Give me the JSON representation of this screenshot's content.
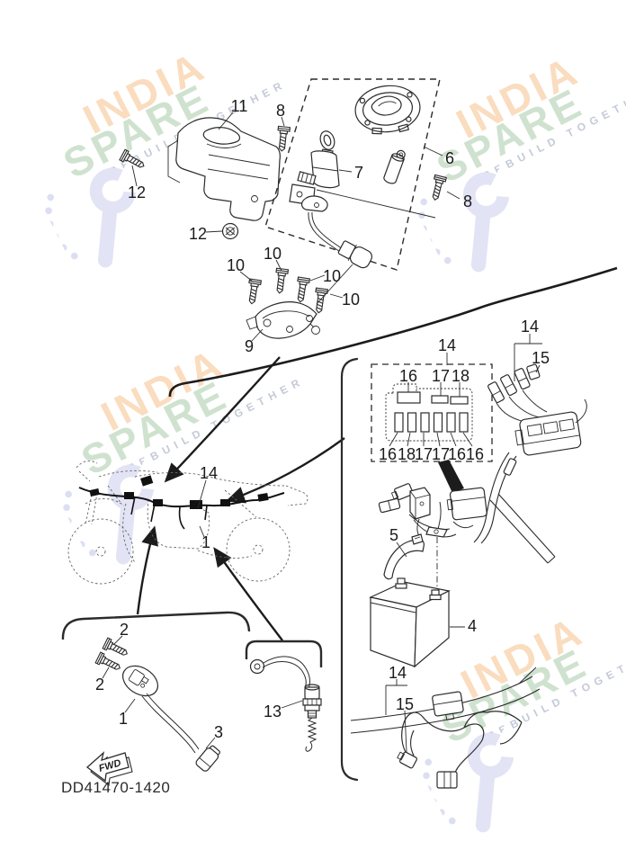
{
  "drawing_code": "DD41470-1420",
  "fwd_label": "FWD",
  "watermark": {
    "line1": "INDIA",
    "line2": "SPARE",
    "line3": "REBUILD TOGETHER",
    "color_line1": "#f2a860",
    "color_line2": "#80b280",
    "color_line3": "#8490ac",
    "wrench_color": "#e2e3f4"
  },
  "line_color": "#2b2b2b",
  "callouts": [
    {
      "label": "11"
    },
    {
      "label": "8"
    },
    {
      "label": "6"
    },
    {
      "label": "8"
    },
    {
      "label": "12"
    },
    {
      "label": "12"
    },
    {
      "label": "7"
    },
    {
      "label": "10"
    },
    {
      "label": "10"
    },
    {
      "label": "10"
    },
    {
      "label": "10"
    },
    {
      "label": "9"
    },
    {
      "label": "14"
    },
    {
      "label": "1"
    },
    {
      "label": "14"
    },
    {
      "label": "16"
    },
    {
      "label": "17"
    },
    {
      "label": "18"
    },
    {
      "label": "16"
    },
    {
      "label": "18"
    },
    {
      "label": "17"
    },
    {
      "label": "17"
    },
    {
      "label": "16"
    },
    {
      "label": "16"
    },
    {
      "label": "14"
    },
    {
      "label": "15"
    },
    {
      "label": "5"
    },
    {
      "label": "4"
    },
    {
      "label": "14"
    },
    {
      "label": "15"
    },
    {
      "label": "2"
    },
    {
      "label": "2"
    },
    {
      "label": "1"
    },
    {
      "label": "3"
    },
    {
      "label": "13"
    }
  ]
}
